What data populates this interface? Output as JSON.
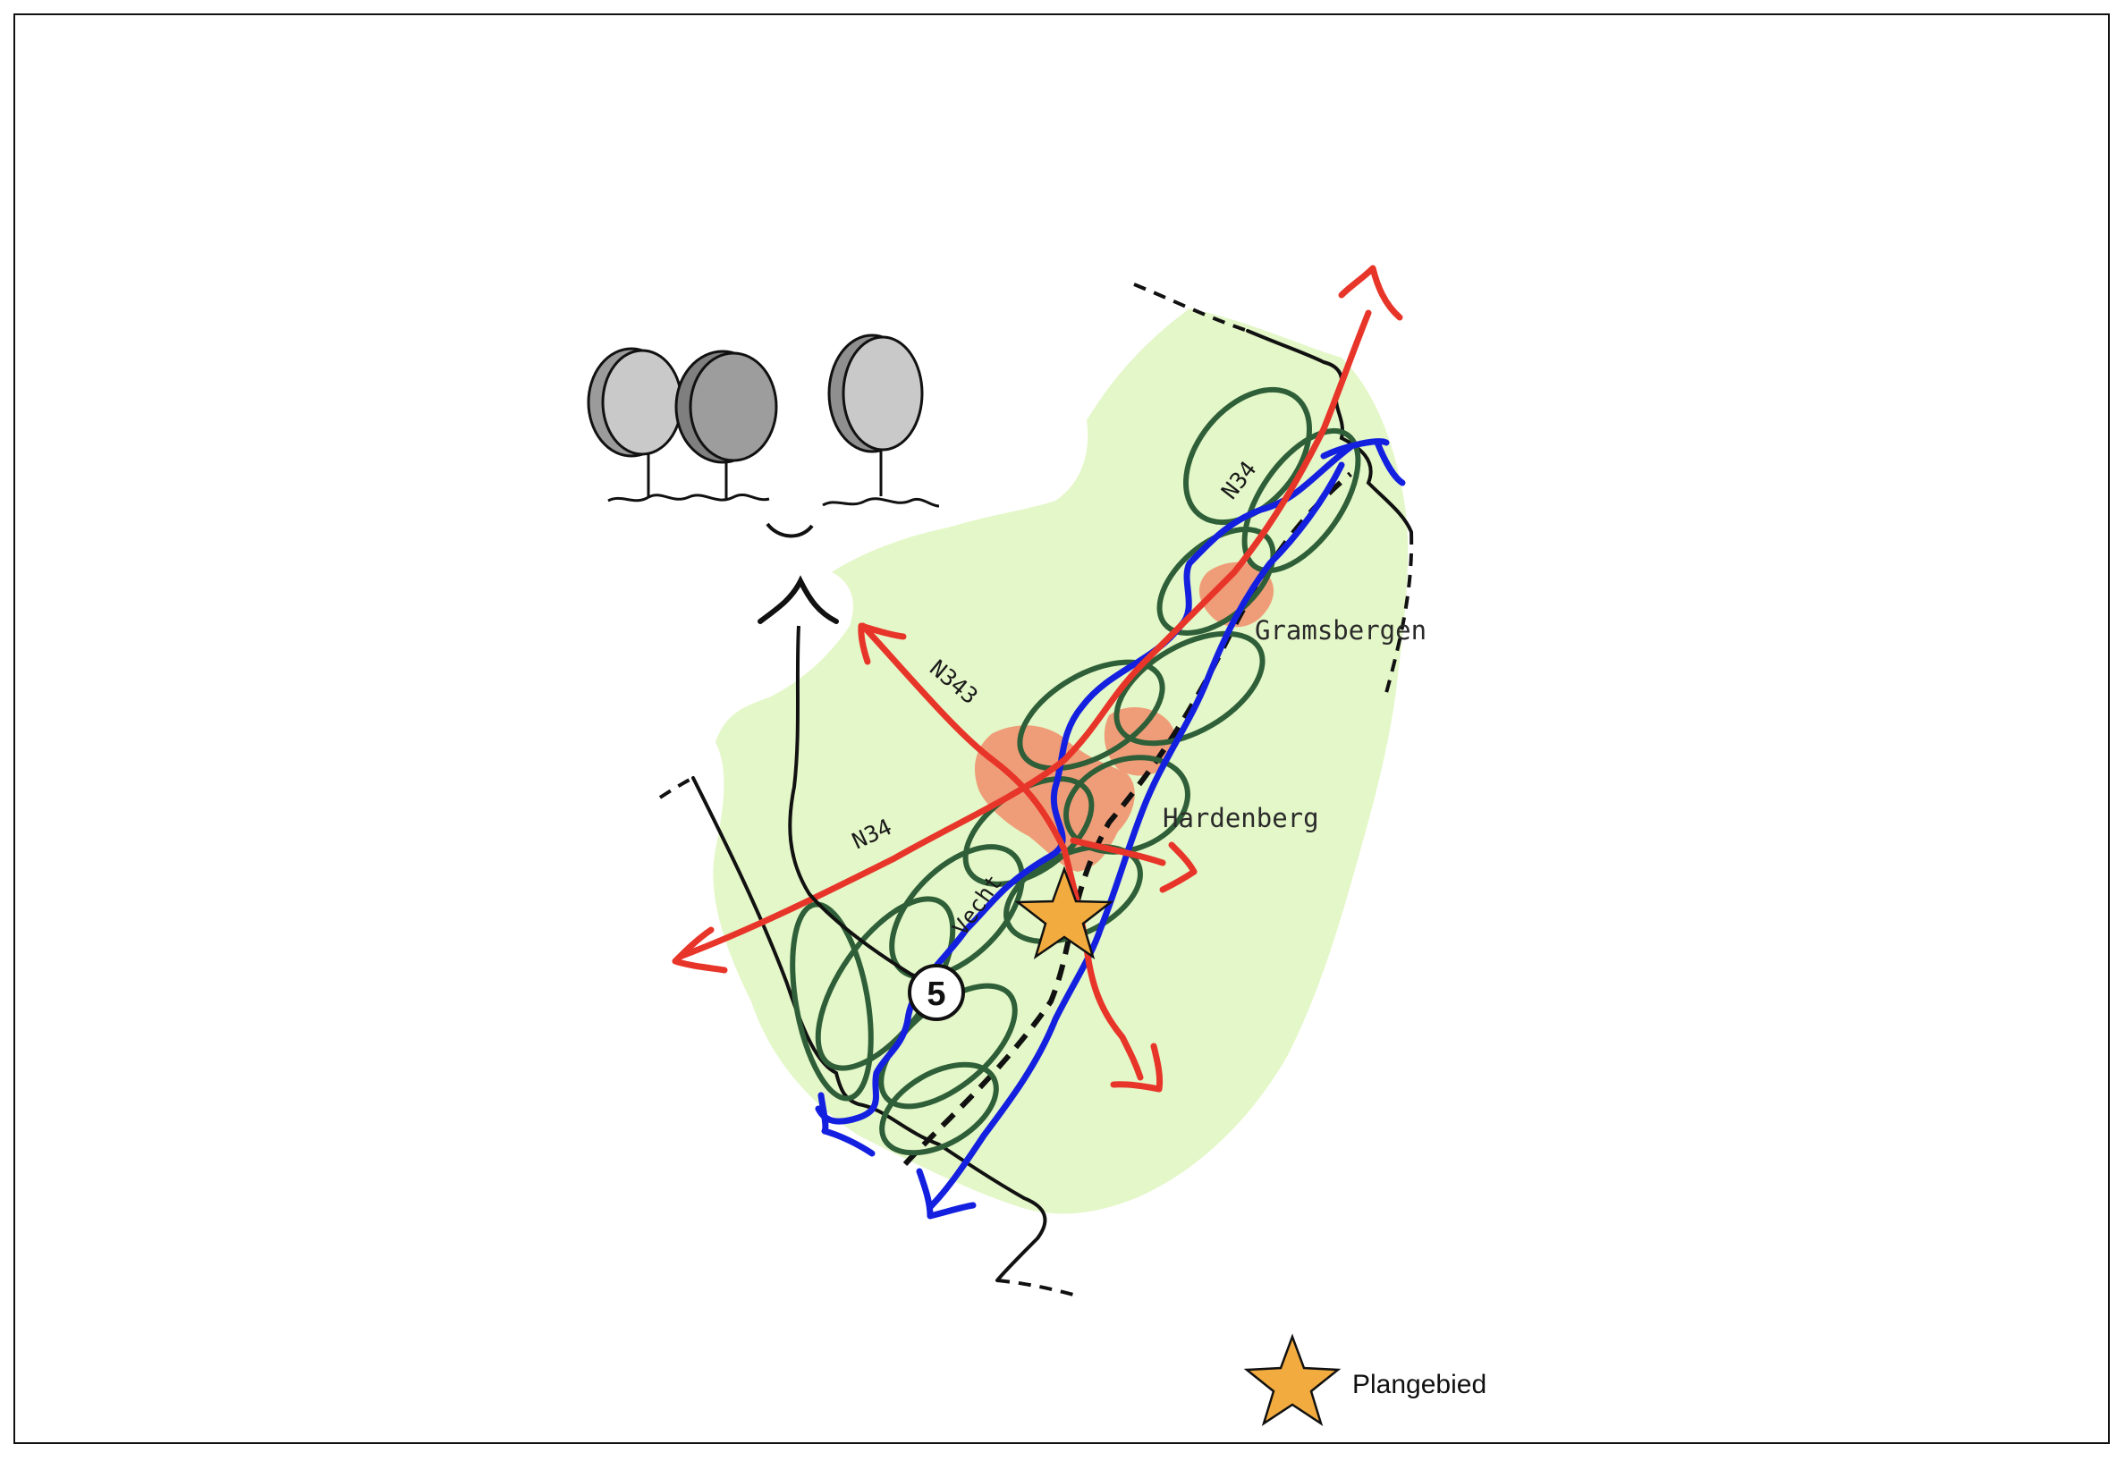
{
  "map": {
    "places": {
      "gramsbergen": "Gramsbergen",
      "hardenberg": "Hardenberg"
    },
    "roads": {
      "n34_north": "N34",
      "n34_west": "N34",
      "n343": "N343"
    },
    "river": {
      "name": "Vecht"
    },
    "badge": {
      "number": "5"
    },
    "colors": {
      "land": "#e4f7c8",
      "roads": "#e8352a",
      "river": "#1420e0",
      "loops": "#2f5f38",
      "urban": "#ef9d78",
      "star": "#f2ab3f",
      "border": "#111111",
      "tree_light": "#c9c9c9",
      "tree_dark": "#9d9d9d"
    }
  },
  "legend": {
    "icon": "star-icon",
    "label": "Plangebied"
  }
}
